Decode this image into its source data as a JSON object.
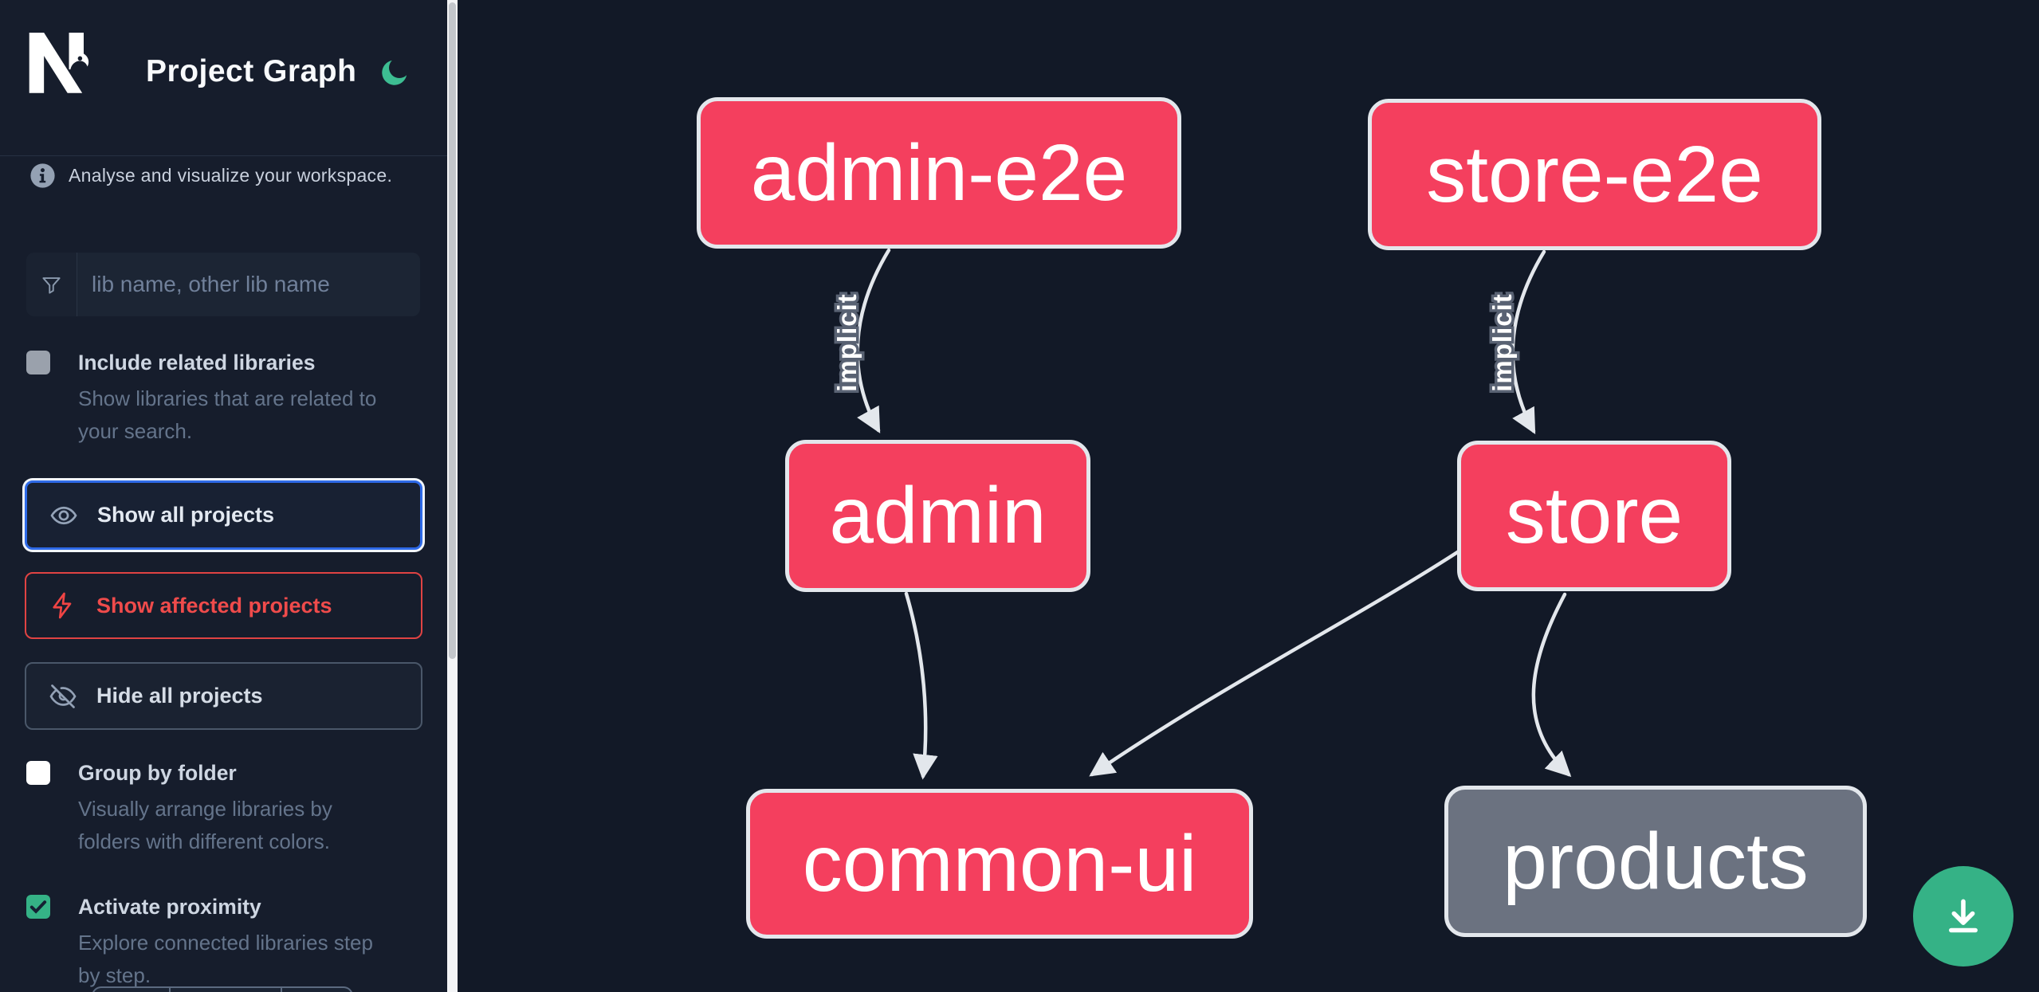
{
  "header": {
    "title": "Project Graph"
  },
  "info_bar": {
    "text": "Analyse and visualize your workspace."
  },
  "search": {
    "placeholder": "lib name, other lib name",
    "value": "",
    "icon": "filter-funnel-icon"
  },
  "sidebar": {
    "options": [
      {
        "label": "Include related libraries",
        "description": "Show libraries that are related to your search.",
        "checked": false
      },
      {
        "label": "Group by folder",
        "description": "Visually arrange libraries by folders with different colors.",
        "checked": false
      },
      {
        "label": "Activate proximity",
        "description": "Explore connected libraries step by step.",
        "checked": true
      }
    ],
    "buttons": [
      {
        "label": "Show all projects",
        "icon": "eye-icon",
        "state": "selected"
      },
      {
        "label": "Show affected projects",
        "icon": "lightning-icon",
        "state": "danger"
      },
      {
        "label": "Hide all projects",
        "icon": "eye-off-icon",
        "state": "default"
      }
    ]
  },
  "graph": {
    "nodes": [
      {
        "id": "admin-e2e",
        "label": "admin-e2e",
        "type": "affected"
      },
      {
        "id": "store-e2e",
        "label": "store-e2e",
        "type": "affected"
      },
      {
        "id": "admin",
        "label": "admin",
        "type": "affected"
      },
      {
        "id": "store",
        "label": "store",
        "type": "affected"
      },
      {
        "id": "common-ui",
        "label": "common-ui",
        "type": "affected"
      },
      {
        "id": "products",
        "label": "products",
        "type": "default"
      }
    ],
    "edges": [
      {
        "from": "admin-e2e",
        "to": "admin",
        "label": "implicit"
      },
      {
        "from": "store-e2e",
        "to": "store",
        "label": "implicit"
      },
      {
        "from": "admin",
        "to": "common-ui",
        "label": ""
      },
      {
        "from": "store",
        "to": "common-ui",
        "label": ""
      },
      {
        "from": "store",
        "to": "products",
        "label": ""
      }
    ]
  },
  "fab": {
    "icon": "download-icon"
  },
  "colors": {
    "node_affected": "#f43f5e",
    "node_default": "#6b7280",
    "node_border": "#e3e7ec",
    "edge": "#e3e7ec",
    "accent_blue": "#2e6ae8",
    "accent_red": "#ef4444",
    "accent_green": "#35b286",
    "sidebar_bg": "#161d2c",
    "canvas_bg": "#121927"
  }
}
